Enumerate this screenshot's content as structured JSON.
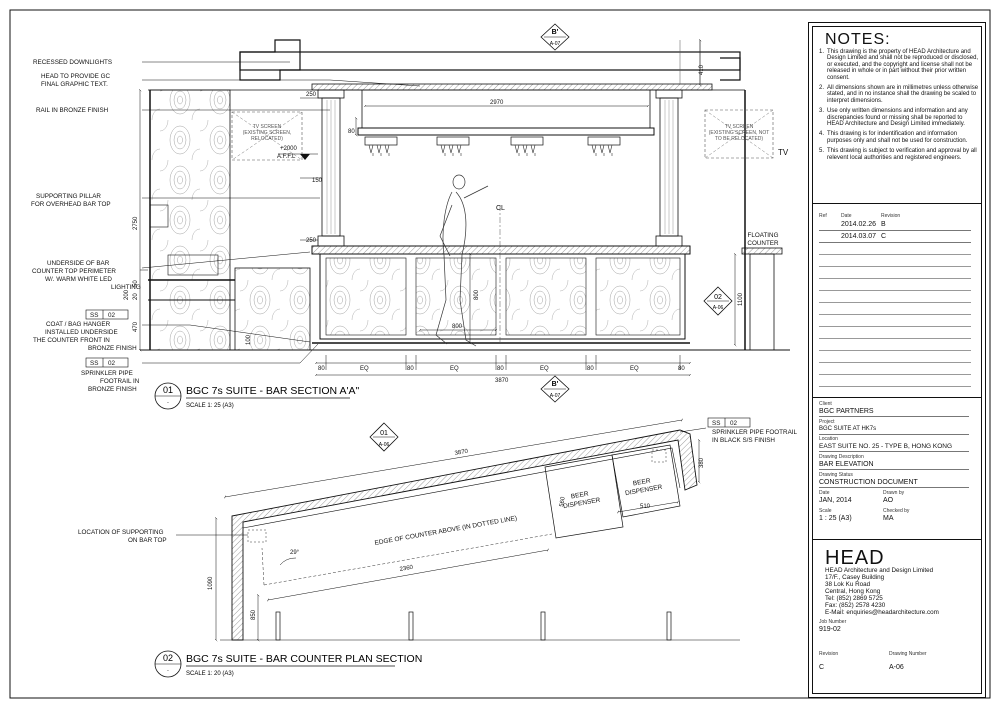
{
  "section_tags": {
    "top": {
      "letter": "B'",
      "sheet": "A-07"
    },
    "bottom": {
      "letter": "B'",
      "sheet": "A-07"
    },
    "plan_mark": {
      "num": "01",
      "sheet": "A-06"
    },
    "elev_mark": {
      "num": "02",
      "sheet": "A-06"
    }
  },
  "elevation": {
    "labels": [
      "RECESSED DOWNLIGHTS",
      "HEAD TO PROVIDE GC",
      "FINAL GRAPHIC TEXT.",
      "RAIL IN BRONZE FINISH",
      "SUPPORTING PILLAR",
      "FOR OVERHEAD BAR TOP",
      "UNDERSIDE OF BAR",
      "COUNTER TOP PERIMETER",
      "W/. WARM WHITE LED",
      "LIGHTING",
      "COAT / BAG HANGER",
      "INSTALLED UNDERSIDE",
      "THE COUNTER FRONT IN",
      "BRONZE FINISH",
      "SPRINKLER PIPE",
      "FOOTRAIL IN",
      "BRONZE FINISH"
    ],
    "ss_tag": {
      "a": "SS",
      "b": "02"
    },
    "tv_left": [
      "TV SCREEN",
      "(EXISTING SCREEN,",
      "RELOCATED)"
    ],
    "tv_right": [
      "TV SCREEN",
      "(EXISTING SCREEN, NOT",
      "TO BE RELOCATED)"
    ],
    "tv_label": "TV",
    "floating_counter": [
      "FLOATING",
      "COUNTER"
    ],
    "dims": {
      "d410": "410",
      "d250a": "250",
      "d2970": "2970",
      "d80": "80",
      "d2000": "+2000",
      "affl": "A.F.F.L",
      "d150": "150",
      "d2750": "2750",
      "d250b": "250",
      "d50": "50",
      "d20": "20",
      "d200": "200",
      "d470": "470",
      "d800a": "800",
      "d800b": "800",
      "d1100": "1100",
      "d100": "100",
      "eq": "EQ",
      "d3870": "3870",
      "cl": "CL"
    },
    "title": "BGC 7s SUITE - BAR SECTION A'A\"",
    "num": "01",
    "scale": "SCALE 1: 25  (A3)"
  },
  "plan": {
    "label_left": [
      "LOCATION OF SUPPORTING",
      "ON BAR TOP"
    ],
    "label_right": [
      "SPRINKLER PIPE FOOTRAIL",
      "IN BLACK S/S FINISH"
    ],
    "ss_tag": {
      "a": "SS",
      "b": "02"
    },
    "edge_text": "EDGE OF COUNTER ABOVE (IN DOTTED LINE)",
    "beer1": [
      "BEER",
      "DISPENSER"
    ],
    "beer2": [
      "BEER",
      "DISPENSER"
    ],
    "dims": {
      "d3870": "3870",
      "d2360": "2360",
      "d1090": "1090",
      "d850": "850",
      "d380": "380",
      "d510": "510",
      "d560": "560",
      "ang": "29°"
    },
    "title": "BGC 7s SUITE - BAR COUNTER PLAN SECTION",
    "num": "02",
    "scale": "SCALE 1: 20  (A3)"
  },
  "titleblock": {
    "notes_title": "NOTES:",
    "notes": [
      {
        "n": "1.",
        "t": "This drawing is the property of HEAD Architecture and Design Limited and shall not be reproduced or disclosed, or executed, and the copyright and license shall not be released in whole or in part without their prior written consent."
      },
      {
        "n": "2.",
        "t": "All dimensions shown are in millimetres unless otherwise stated, and in no instance shall the drawing be scaled to interpret dimensions."
      },
      {
        "n": "3.",
        "t": "Use only written dimensions and information and any discrepancies found or missing shall be reported to HEAD Architecture and Design Limited immediately."
      },
      {
        "n": "4.",
        "t": "This drawing is for indentification and information purposes only and shall not be used for construction."
      },
      {
        "n": "5.",
        "t": "This drawing is subject to verification and approval by all relevent local authorities and registered engineers."
      }
    ],
    "rev_headers": {
      "ref": "Ref",
      "date": "Date",
      "revision": "Revision"
    },
    "revisions": [
      {
        "date": "2014.02.26",
        "rev": "B"
      },
      {
        "date": "2014.03.07",
        "rev": "C"
      }
    ],
    "client_lbl": "Client",
    "client": "BGC PARTNERS",
    "project_lbl": "Project",
    "project": "BGC SUITE AT HK7s",
    "location_lbl": "Location",
    "location": "EAST SUITE NO. 25 - TYPE B, HONG KONG",
    "desc_lbl": "Drawing Description",
    "desc": "BAR ELEVATION",
    "status_lbl": "Drawing Status",
    "status": "CONSTRUCTION DOCUMENT",
    "date_lbl": "Date",
    "date": "JAN, 2014",
    "drawnby_lbl": "Drawn by",
    "drawnby": "AO",
    "scale_lbl": "Scale",
    "scale": "1 : 25 (A3)",
    "checked_lbl": "Checked by",
    "checked": "MA",
    "logo": "HEAD",
    "address": [
      "HEAD Architecture and Design Limited",
      "17/F., Casey Building",
      "38 Lok Ku Road",
      "Central, Hong Kong",
      "Tel: (852) 2869 5725",
      "Fax: (852) 2578 4230",
      "E-Mail: enquiries@headarchitecture.com"
    ],
    "job_lbl": "Job Number",
    "job": "919-02",
    "revision_lbl": "Revision",
    "revision": "C",
    "drawing_lbl": "Drawing Number",
    "drawing": "A-06"
  }
}
